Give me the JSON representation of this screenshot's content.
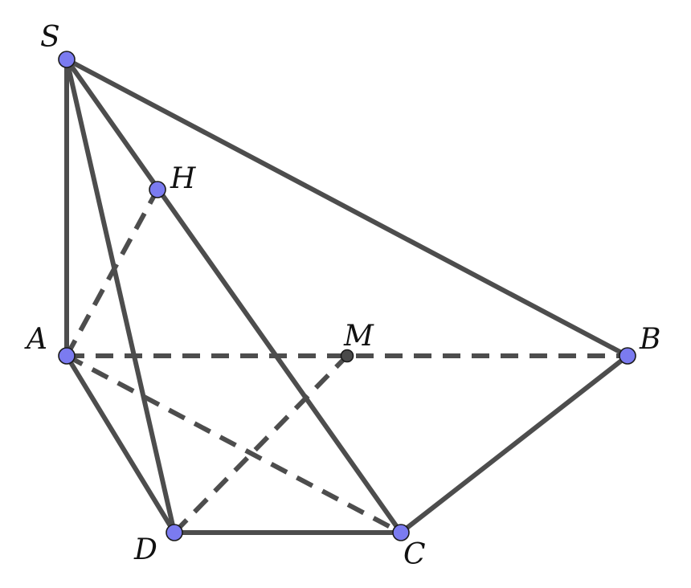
{
  "colors": {
    "edge": "#4d4d4d",
    "vertex": "#7b7bf0",
    "midpoint": "#4a4a4a"
  },
  "points": {
    "S": {
      "label": "S"
    },
    "H": {
      "label": "H"
    },
    "A": {
      "label": "A"
    },
    "M": {
      "label": "M"
    },
    "B": {
      "label": "B"
    },
    "D": {
      "label": "D"
    },
    "C": {
      "label": "C"
    }
  }
}
